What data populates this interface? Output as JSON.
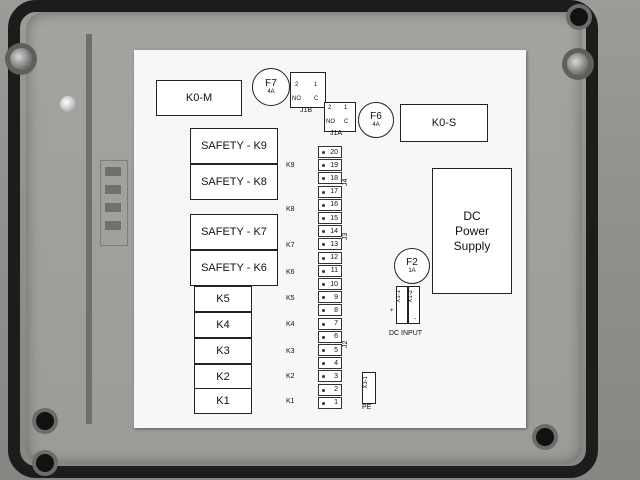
{
  "relays_top": {
    "k0m": "K0-M",
    "k0s": "K0-S"
  },
  "safety": [
    "SAFETY - K9",
    "SAFETY - K8",
    "SAFETY - K7",
    "SAFETY - K6"
  ],
  "k_boxes": [
    "K5",
    "K4",
    "K3",
    "K2",
    "K1"
  ],
  "fuses": {
    "f7": {
      "name": "F7",
      "rating": "4A"
    },
    "f6": {
      "name": "F6",
      "rating": "4A"
    },
    "f2": {
      "name": "F2",
      "rating": "1A"
    }
  },
  "jumpers": {
    "j1b": {
      "label": "J1B",
      "p2": "2",
      "p1": "1",
      "no": "NO",
      "c": "C"
    },
    "j1a": {
      "label": "J1A",
      "p2": "2",
      "p1": "1",
      "no": "NO",
      "c": "C"
    }
  },
  "dc_power": {
    "line1": "DC",
    "line2": "Power",
    "line3": "Supply"
  },
  "dc_input": {
    "label": "DC INPUT",
    "plus": "+",
    "minus": "-",
    "x11": "X1-1",
    "x12": "X1-2"
  },
  "pe": {
    "label": "PE",
    "x31": "X3-1"
  },
  "connectors": {
    "j2": "J2",
    "j3": "J3",
    "j4": "J4"
  },
  "terminals": [
    "20",
    "19",
    "18",
    "17",
    "16",
    "15",
    "14",
    "13",
    "12",
    "11",
    "10",
    "9",
    "8",
    "7",
    "6",
    "5",
    "4",
    "3",
    "2",
    "1"
  ],
  "relay_labels": [
    "K9",
    "K8",
    "K7",
    "K6",
    "K5",
    "K4",
    "K3",
    "K2",
    "K1"
  ]
}
